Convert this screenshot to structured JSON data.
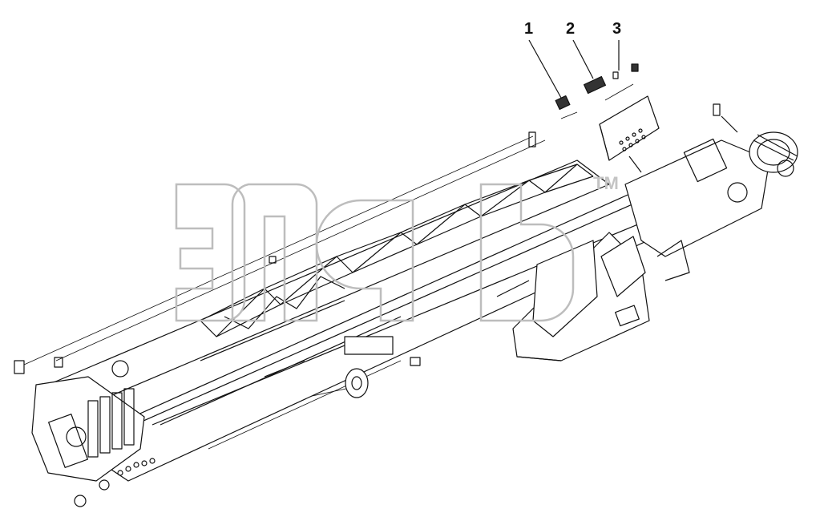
{
  "callouts": [
    {
      "label": "1"
    },
    {
      "label": "2"
    },
    {
      "label": "3"
    }
  ],
  "watermark": {
    "text": "эпсб",
    "mark": "TM"
  },
  "colors": {
    "line": "#111111",
    "watermark": "#bdbdbd"
  }
}
